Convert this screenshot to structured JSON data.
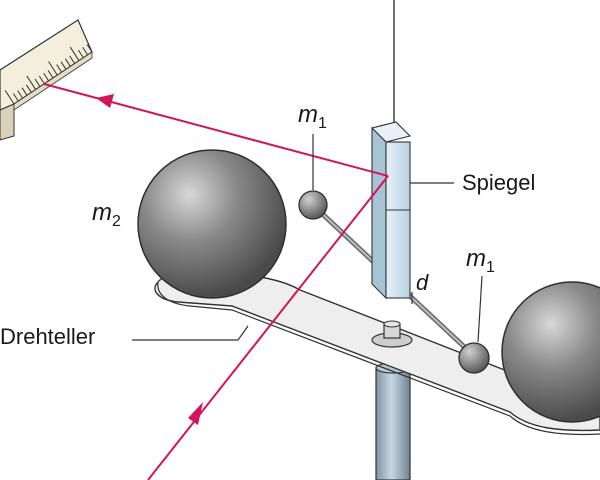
{
  "labels": {
    "m1_top": {
      "base": "m",
      "sub": "1"
    },
    "m1_right": {
      "base": "m",
      "sub": "1"
    },
    "m2": {
      "base": "m",
      "sub": "2"
    },
    "spiegel": "Spiegel",
    "drehteller": "Drehteller",
    "d": "d"
  },
  "colors": {
    "laser": "#d4145a",
    "sphere_dark": "#555555",
    "sphere_light": "#c8c8c8",
    "plate": "#ececec",
    "outline": "#333333",
    "mirror": "#cfe3f0",
    "column": "#9fb3c4"
  }
}
